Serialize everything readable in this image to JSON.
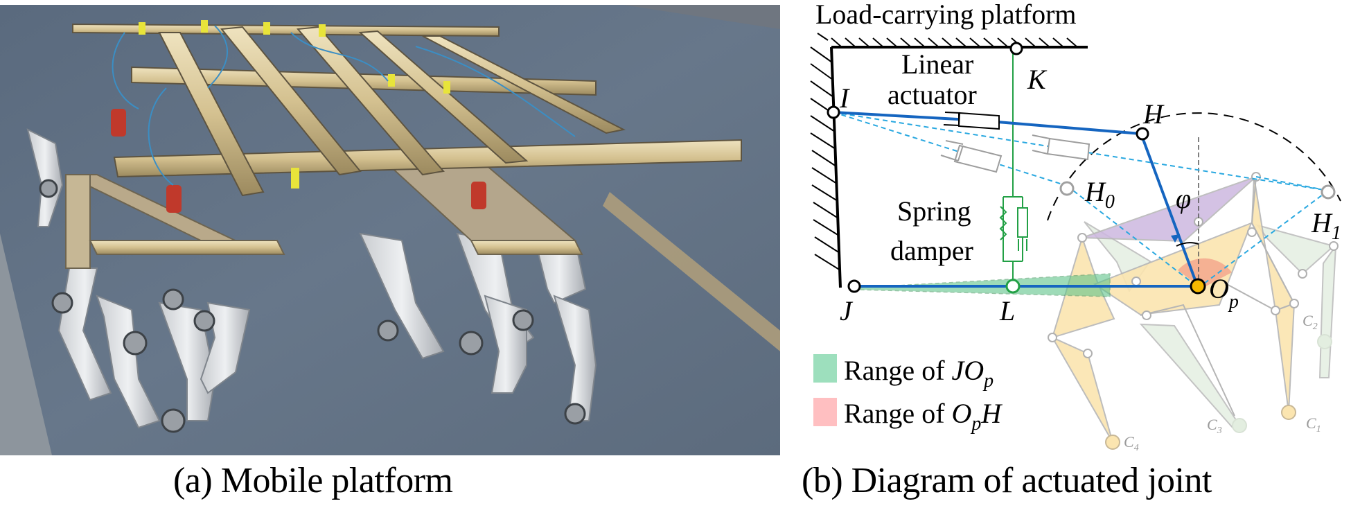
{
  "figure": {
    "panel_a": {
      "caption": "(a) Mobile platform",
      "image_description": "Photo of a multi-legged wheeled mobile robot platform with a metal frame on asphalt road"
    },
    "panel_b": {
      "caption": "(b) Diagram of actuated joint",
      "title_label": "Load-carrying platform",
      "actuator_label_line1": "Linear",
      "actuator_label_line2": "actuator",
      "spring_label_line1": "Spring",
      "spring_label_line2": "damper",
      "angle_label": "φ",
      "points": {
        "I": "I",
        "K": "K",
        "H": "H",
        "H0": "H",
        "H0_sub": "0",
        "H1": "H",
        "H1_sub": "1",
        "J": "J",
        "L": "L",
        "Op": "O",
        "Op_sub": "p"
      },
      "feet": [
        "C",
        "C",
        "C",
        "C"
      ],
      "feet_subs": [
        "1",
        "2",
        "3",
        "4"
      ],
      "legend": [
        {
          "prefix": "Range of ",
          "term": "JO",
          "sub": "p",
          "suffix": "",
          "color": "#9ddfbd"
        },
        {
          "prefix": "Range of ",
          "term": "O",
          "sub": "p",
          "suffix": "H",
          "color": "#ffbfc1"
        }
      ],
      "colors": {
        "link_blue": "#1565c0",
        "dashed_cyan": "#29a8e0",
        "spring_green": "#22a045",
        "joint_orange": "#f5b800",
        "purple_fill": "#cdb8e0",
        "yellow_fill": "#fbe5b0",
        "green_fill": "#e3eee0"
      }
    }
  }
}
